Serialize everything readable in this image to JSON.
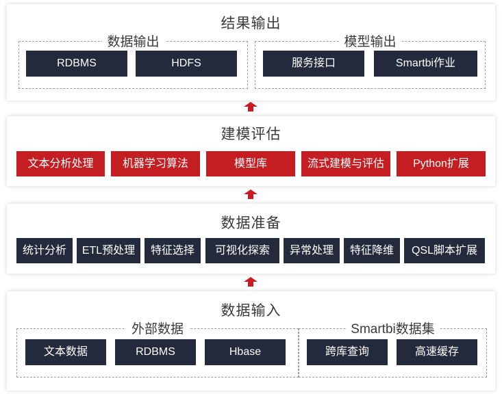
{
  "colors": {
    "dark_box": "#232a3b",
    "red_box": "#c41d22",
    "arrow": "#c41d22"
  },
  "layers": {
    "output": {
      "title": "结果输出",
      "groups": [
        {
          "label": "数据输出",
          "items": [
            "RDBMS",
            "HDFS"
          ]
        },
        {
          "label": "模型输出",
          "items": [
            "服务接口",
            "Smartbi作业"
          ]
        }
      ]
    },
    "modeling": {
      "title": "建模评估",
      "items": [
        "文本分析处理",
        "机器学习算法",
        "模型库",
        "流式建模与评估",
        "Python扩展"
      ]
    },
    "prep": {
      "title": "数据准备",
      "items": [
        "统计分析",
        "ETL预处理",
        "特征选择",
        "可视化探索",
        "异常处理",
        "特征降维",
        "QSL脚本扩展"
      ]
    },
    "input": {
      "title": "数据输入",
      "groups": [
        {
          "label": "外部数据",
          "items": [
            "文本数据",
            "RDBMS",
            "Hbase"
          ]
        },
        {
          "label": "Smartbi数据集",
          "items": [
            "跨库查询",
            "高速缓存"
          ]
        }
      ]
    }
  }
}
